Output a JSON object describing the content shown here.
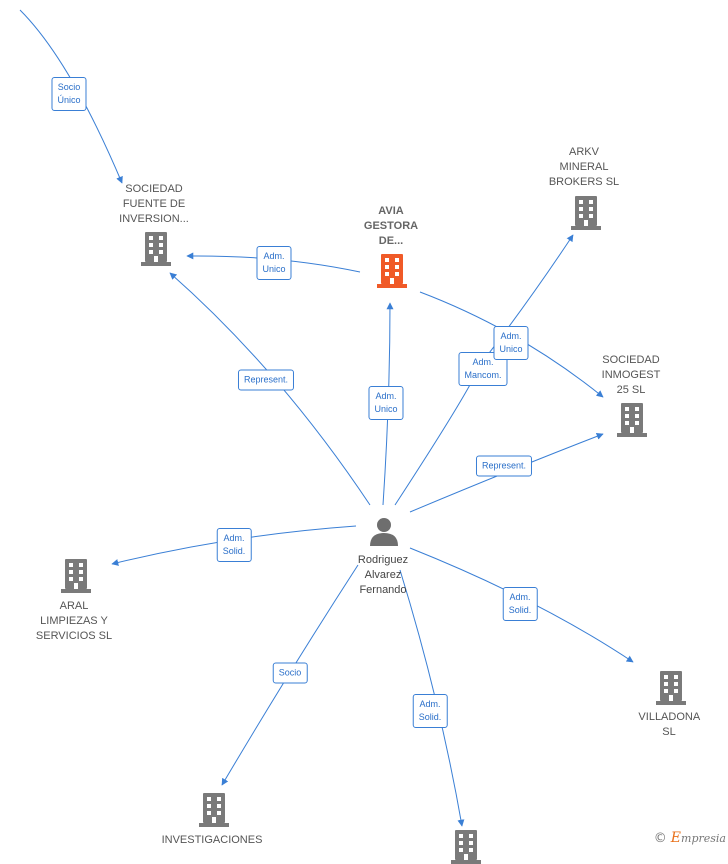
{
  "colors": {
    "edge": "#3a7fd5",
    "building": "#7a7a7a",
    "building_highlight": "#f05a28",
    "person": "#6e6e6e"
  },
  "nodes": {
    "sociedad_fuente": {
      "label": "SOCIEDAD\nFUENTE DE\nINVERSION...",
      "icon": "building-icon"
    },
    "avia": {
      "label": "AVIA\nGESTORA\nDE...",
      "icon": "building-icon"
    },
    "arkv": {
      "label": "ARKV\nMINERAL\nBROKERS  SL",
      "icon": "building-icon"
    },
    "inmogest": {
      "label": "SOCIEDAD\nINMOGEST\n25  SL",
      "icon": "building-icon"
    },
    "aral": {
      "label": "ARAL\nLIMPIEZAS Y\nSERVICIOS  SL",
      "icon": "building-icon"
    },
    "villadona": {
      "label": "VILLADONA  SL",
      "icon": "building-icon"
    },
    "investigaciones": {
      "label": "INVESTIGACIONES",
      "icon": "building-icon"
    },
    "bottom_company": {
      "label": "",
      "icon": "building-icon"
    },
    "person": {
      "label": "Rodriguez\nAlvarez\nFernando",
      "icon": "person-icon"
    }
  },
  "edges": {
    "socio_unico": "Socio\nÚnico",
    "adm_unico_fuente": "Adm.\nUnico",
    "represent_fuente": "Represent.",
    "adm_unico_avia": "Adm.\nUnico",
    "adm_mancom": "Adm.\nMancom.",
    "adm_unico_arkv": "Adm.\nUnico",
    "represent_inmogest": "Represent.",
    "adm_solid_aral": "Adm.\nSolid.",
    "adm_solid_villadona": "Adm.\nSolid.",
    "socio": "Socio",
    "adm_solid_bottom": "Adm.\nSolid."
  },
  "watermark": {
    "symbol": "©",
    "brand_first": "E",
    "brand_rest": "mpresia"
  }
}
